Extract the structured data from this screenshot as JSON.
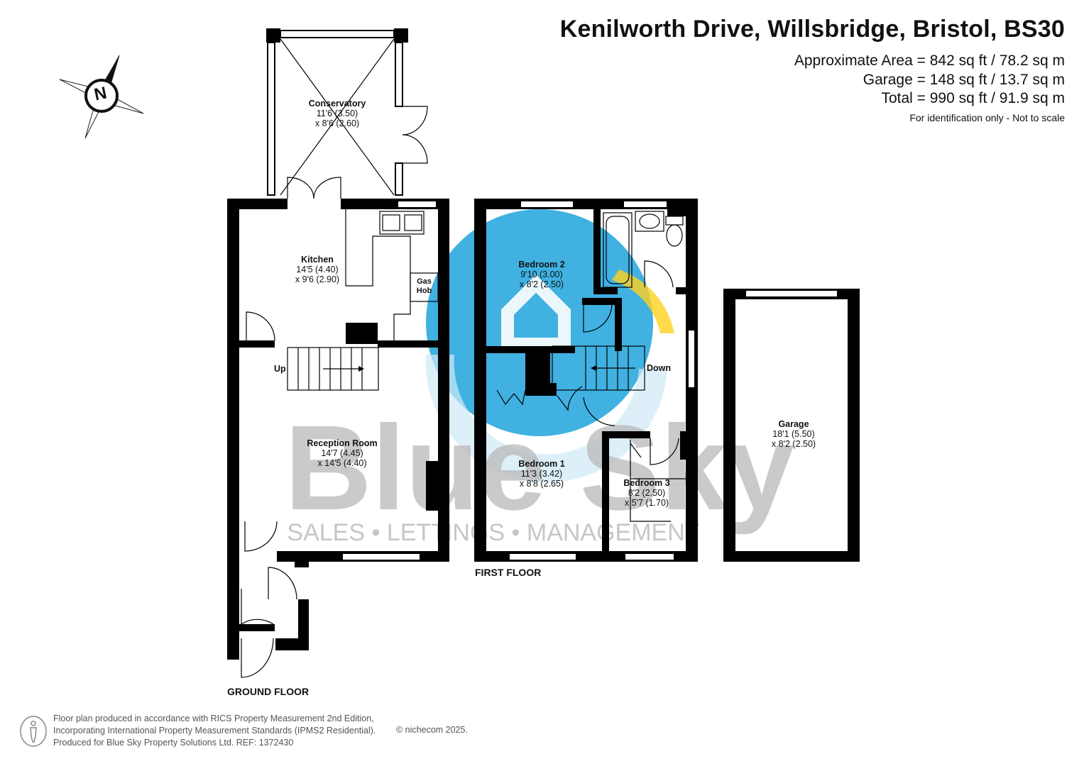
{
  "header": {
    "title": "Kenilworth Drive, Willsbridge, Bristol, BS30",
    "area": "Approximate Area = 842 sq ft / 78.2 sq m",
    "garage": "Garage = 148 sq ft / 13.7 sq m",
    "total": "Total = 990 sq ft / 91.9 sq m",
    "note": "For identification only - Not to scale"
  },
  "compass": {
    "label": "N",
    "icon": "north-arrow-icon"
  },
  "ground_floor": {
    "label": "GROUND FLOOR",
    "conservatory": {
      "name": "Conservatory",
      "dim1": "11'6 (3.50)",
      "dim2": "x 8'6 (2.60)"
    },
    "kitchen": {
      "name": "Kitchen",
      "dim1": "14'5 (4.40)",
      "dim2": "x 9'6 (2.90)"
    },
    "hob": {
      "line1": "Gas",
      "line2": "Hob"
    },
    "stairs_label": "Up",
    "reception": {
      "name": "Reception Room",
      "dim1": "14'7 (4.45)",
      "dim2": "x 14'5 (4.40)"
    }
  },
  "first_floor": {
    "label": "FIRST FLOOR",
    "bedroom2": {
      "name": "Bedroom 2",
      "dim1": "9'10 (3.00)",
      "dim2": "x 8'2 (2.50)"
    },
    "stairs_label": "Down",
    "bedroom1": {
      "name": "Bedroom 1",
      "dim1": "11'3 (3.42)",
      "dim2": "x 8'8 (2.65)"
    },
    "bedroom3": {
      "name": "Bedroom 3",
      "dim1": "8'2 (2.50)",
      "dim2": "x 5'7 (1.70)"
    }
  },
  "garage": {
    "name": "Garage",
    "dim1": "18'1 (5.50)",
    "dim2": "x 8'2 (2.50)"
  },
  "watermark": {
    "brand": "Blue Sky",
    "tagline": "SALES • LETTINGS • MANAGEMENT"
  },
  "footer": {
    "line1": "Floor plan produced in accordance with RICS Property Measurement 2nd Edition,",
    "line2": "Incorporating International Property Measurement Standards (IPMS2 Residential).",
    "line3": "Produced for Blue Sky Property Solutions Ltd.   REF:  1372430",
    "copyright": "© nichecom 2025.",
    "icon": "person-icon"
  },
  "colors": {
    "wall": "#000000",
    "watermark_blue": "#1fa3dc",
    "watermark_yellow": "#ffd21f",
    "watermark_grey": "#b9b9b9"
  }
}
